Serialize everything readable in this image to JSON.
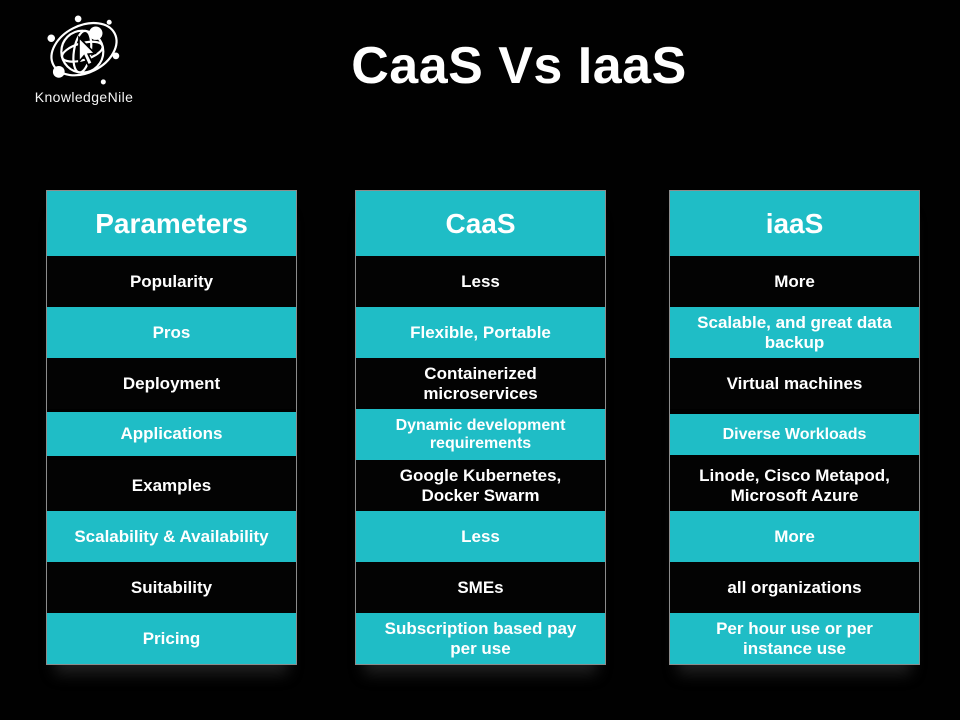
{
  "title": "CaaS Vs IaaS",
  "logo": {
    "brand": "KnowledgeNile"
  },
  "colors": {
    "teal": "#1FBDC6",
    "background": "#000000",
    "text": "#FFFFFF",
    "column_outline": "#FFFFFF"
  },
  "table": {
    "columns": [
      {
        "header": "Parameters",
        "rows": [
          "Popularity",
          "Pros",
          "Deployment",
          "Applications",
          "Examples",
          "Scalability & Availability",
          "Suitability",
          "Pricing"
        ]
      },
      {
        "header": "CaaS",
        "rows": [
          "Less",
          "Flexible, Portable",
          "Containerized microservices",
          "Dynamic development requirements",
          "Google Kubernetes, Docker Swarm",
          "Less",
          "SMEs",
          "Subscription based pay per use"
        ]
      },
      {
        "header": "iaaS",
        "rows": [
          "More",
          "Scalable, and great data backup",
          "Virtual machines",
          "Diverse Workloads",
          "Linode,  Cisco Metapod, Microsoft Azure",
          "More",
          "all organizations",
          "Per hour use or per instance use"
        ]
      }
    ]
  }
}
